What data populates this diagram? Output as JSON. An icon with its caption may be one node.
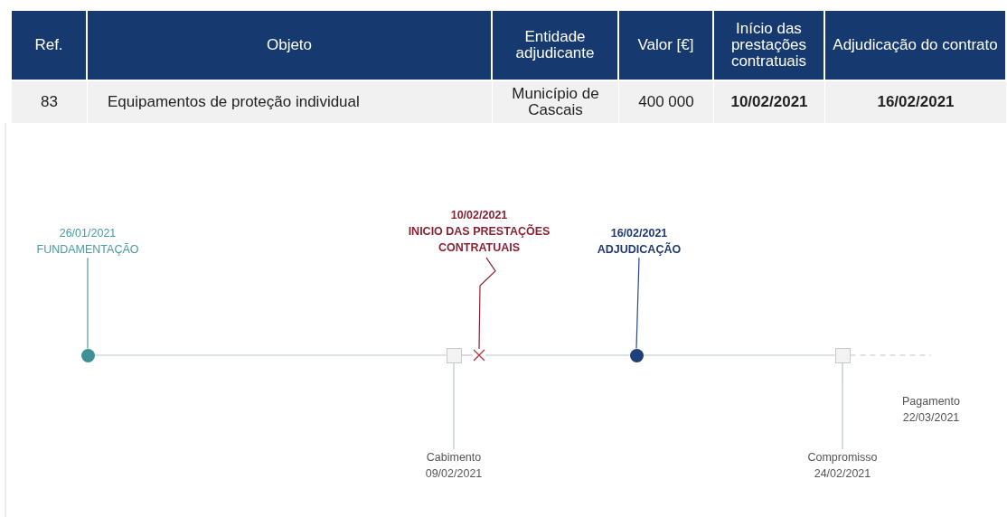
{
  "diagram": {
    "nodes": [
      {
        "text": [
          "26/01/2021",
          "FUNDAMENTAÇÃO"
        ]
      },
      {
        "text": [
          "10/02/2021",
          "INICIO DAS PRESTAÇÕES CONTRATUAIS"
        ]
      },
      {
        "text": [
          "16/02/2021",
          "ADJUDICAÇÃO"
        ]
      },
      {
        "text": [],
        "shape": "circle"
      },
      {
        "text": [],
        "shape": "box"
      },
      {
        "text": [],
        "shape": "cross"
      },
      {
        "text": [],
        "shape": "circle"
      },
      {
        "text": [],
        "shape": "box"
      },
      {
        "text": [
          "Cabimento",
          "09/02/2021"
        ]
      },
      {
        "text": [
          "Compromisso",
          "24/02/2021"
        ]
      },
      {
        "text": [
          "Pagamento",
          "22/03/2021"
        ]
      }
    ],
    "edges": [
      {
        "from": 0,
        "to": 3,
        "arrow": "none",
        "color": "#4a9aa0"
      },
      {
        "from": 1,
        "to": 5,
        "arrow": "none",
        "color": "#8b2233"
      },
      {
        "from": 2,
        "to": 6,
        "arrow": "none",
        "color": "#2a4a80"
      },
      {
        "from": 4,
        "to": 8,
        "arrow": "none"
      },
      {
        "from": 7,
        "to": 9,
        "arrow": "none"
      },
      {
        "from": 3,
        "to": 4,
        "arrow": "none"
      },
      {
        "from": 4,
        "to": 5,
        "arrow": "none"
      },
      {
        "from": 5,
        "to": 6,
        "arrow": "none"
      },
      {
        "from": 6,
        "to": 7,
        "arrow": "none"
      },
      {
        "from": 7,
        "to": null,
        "arrow": "none",
        "style": "dashed"
      }
    ],
    "labels": [
      "Ref.",
      "Objeto",
      "Entidade adjudicante",
      "Valor [€]",
      "Início das prestações contratuais",
      "Adjudicação do contrato",
      "83",
      "Equipamentos de proteção individual",
      "Município de Cascais",
      "400 000",
      "10/02/2021",
      "16/02/2021"
    ]
  }
}
